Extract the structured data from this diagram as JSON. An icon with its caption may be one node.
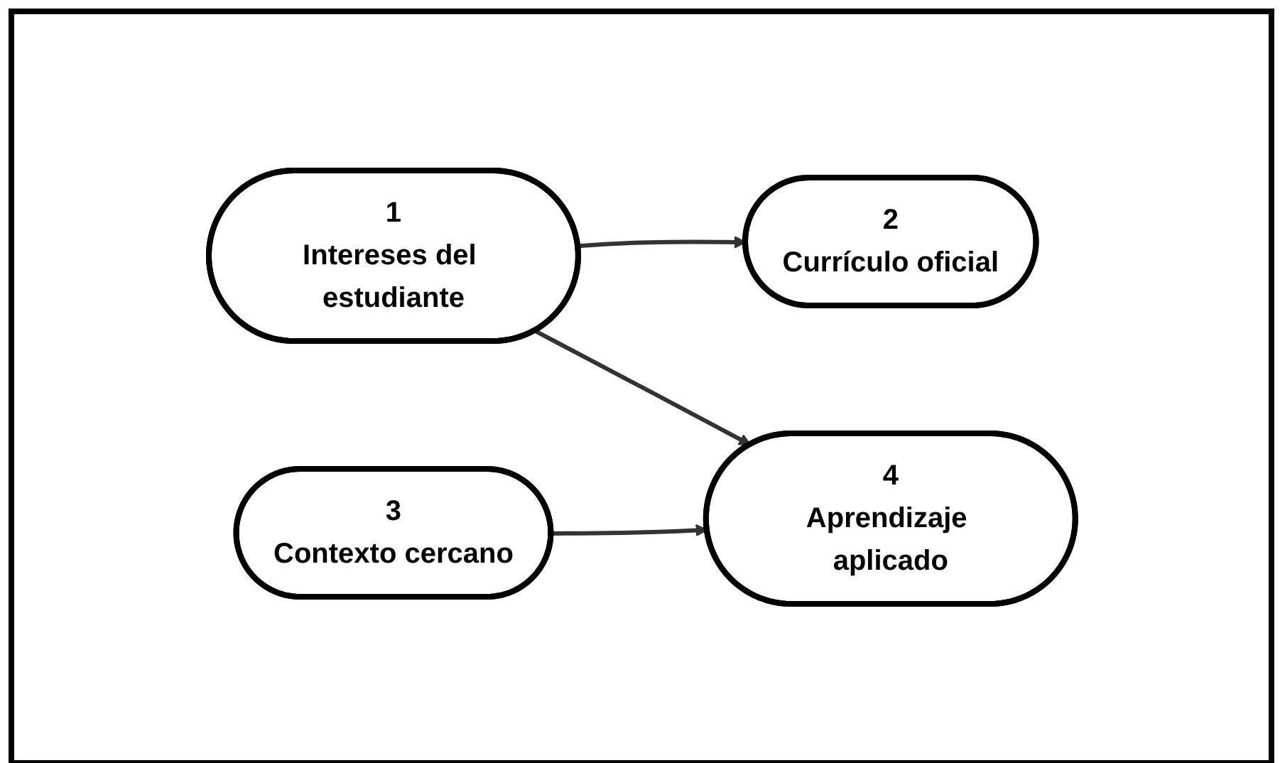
{
  "diagram": {
    "nodes": [
      {
        "text": [
          "1",
          "Intereses del estudiante"
        ]
      },
      {
        "text": [
          "2",
          "Currículo oficial"
        ]
      },
      {
        "text": [
          "3",
          "Contexto cercano"
        ]
      },
      {
        "text": [
          "4",
          "Aprendizaje aplicado"
        ]
      }
    ],
    "edges": [
      {
        "from": 0,
        "to": 1,
        "arrow": "to"
      },
      {
        "from": 0,
        "to": 3,
        "arrow": "to"
      },
      {
        "from": 2,
        "to": 3,
        "arrow": "to"
      }
    ]
  }
}
